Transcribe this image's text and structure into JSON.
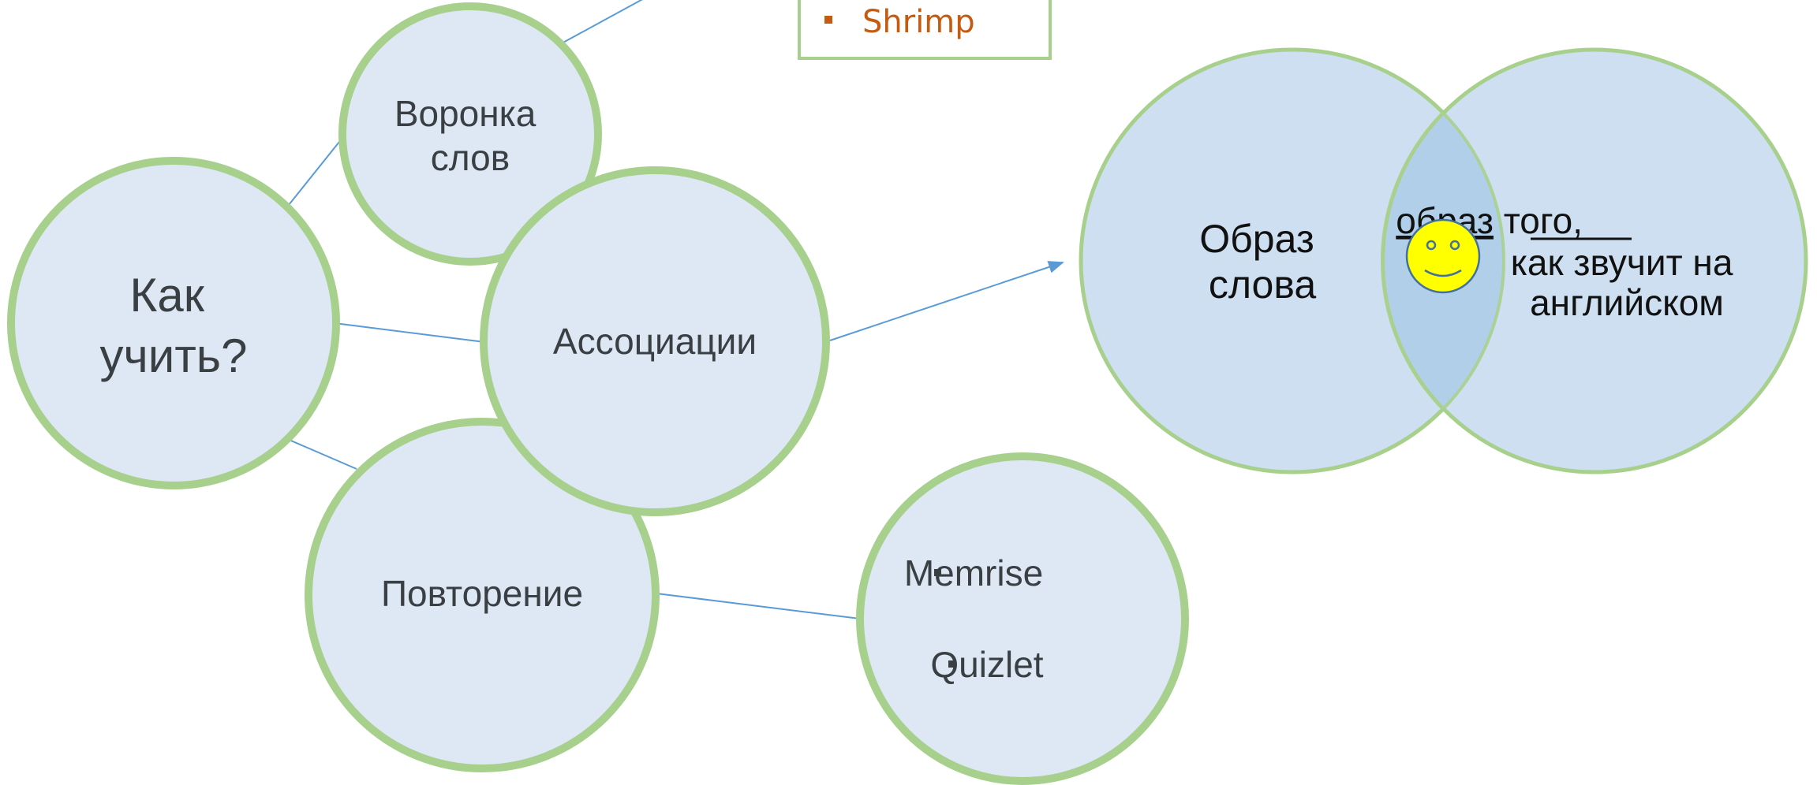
{
  "mindmap": {
    "center": [
      "Как",
      "учить?"
    ],
    "voronka": [
      "Воронка",
      "слов"
    ],
    "associations": "Ассоциации",
    "repetition": "Повторение",
    "tools": [
      "Memrise",
      "Quizlet"
    ]
  },
  "shrimp_box": {
    "item": "Shrimp"
  },
  "venn": {
    "left": [
      "Образ",
      "слова"
    ],
    "right_underlined": "образ",
    "right_line1_rest": " того,",
    "right_line2": "как звучит на",
    "right_line3": "английском",
    "center_icon": "smiley-face-icon"
  },
  "colors": {
    "circle_fill": "#dde8f4",
    "circle_stroke": "#a8d08d",
    "venn_fill": "#cddff0",
    "venn_overlap": "#b1cfe8",
    "connector": "#5b9bd5",
    "accent_orange": "#c55a11",
    "smiley": "#ffff00"
  }
}
